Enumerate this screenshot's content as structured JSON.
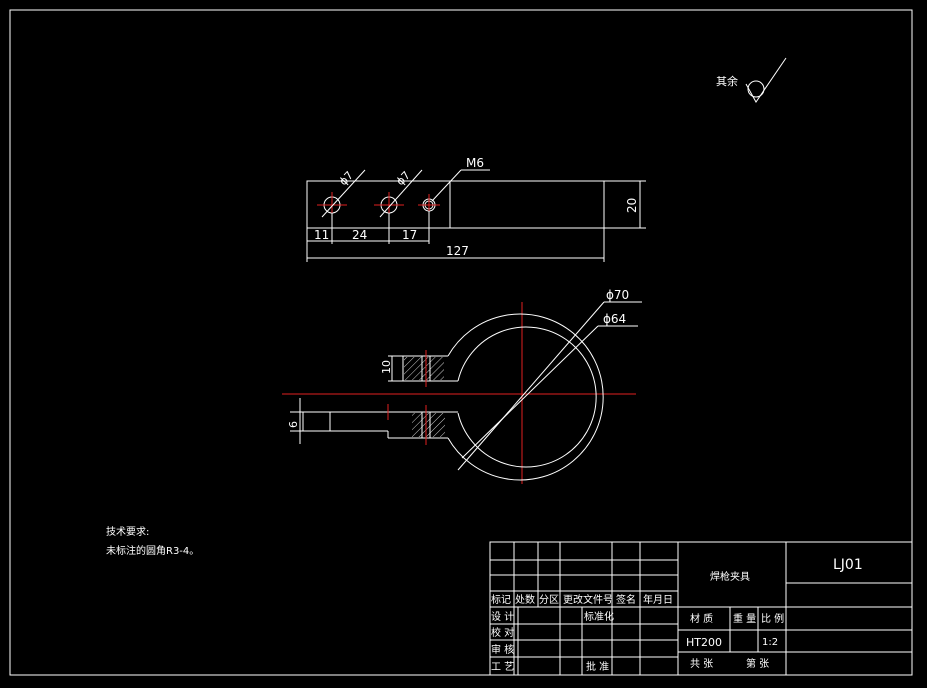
{
  "roughness_note": "其余",
  "top_view": {
    "hole_labels": [
      "ϕ7",
      "ϕ7"
    ],
    "thread_label": "M6",
    "dims": [
      "11",
      "24",
      "17",
      "127",
      "20"
    ]
  },
  "front_view": {
    "outer_dia": "ϕ70",
    "inner_dia": "ϕ64",
    "dim_10": "10",
    "dim_6": "6"
  },
  "notes": {
    "title": "技术要求:",
    "line1": "未标注的圆角R3-4。"
  },
  "title_block": {
    "part_name": "焊枪夹具",
    "drawing_no": "LJ01",
    "header_row": [
      "标记",
      "处数",
      "分区",
      "更改文件号",
      "签名",
      "年月日"
    ],
    "roles": [
      "设 计",
      "校 对",
      "审 核",
      "工 艺"
    ],
    "standardize": "标准化",
    "approve": "批 准",
    "material_label": "材 质",
    "weight_label": "重 量",
    "scale_label": "比 例",
    "material": "HT200",
    "scale": "1:2",
    "sheets_total": "共 张",
    "sheet_no": "第 张"
  }
}
